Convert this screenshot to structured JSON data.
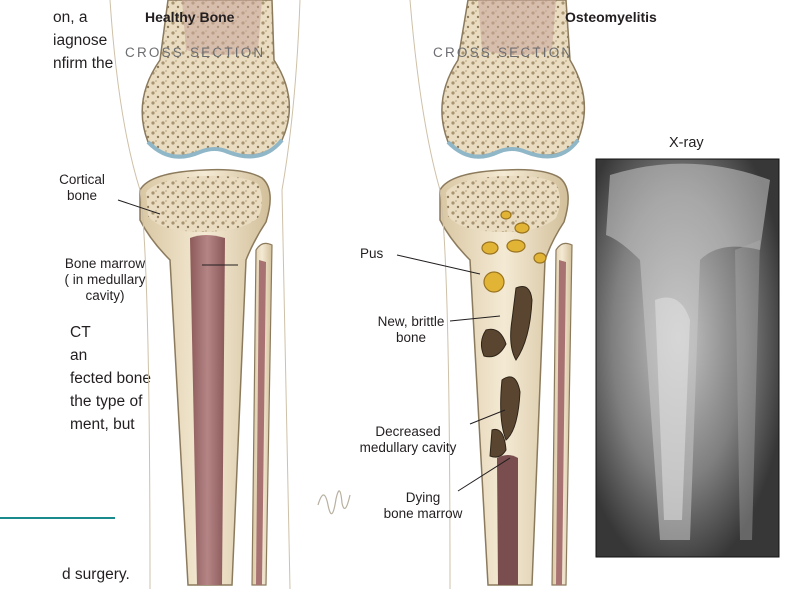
{
  "body_text": {
    "lines_top": [
      "on, a",
      "iagnose",
      "nfirm the"
    ],
    "lines_mid": [
      "CT",
      "an",
      "fected bone",
      "the type of",
      "ment, but"
    ],
    "line_bottom": "d surgery."
  },
  "healthy": {
    "title": "Healthy Bone",
    "subtitle": "CROSS SECTION",
    "labels": {
      "cortical_line1": "Cortical",
      "cortical_line2": "bone",
      "marrow_line1": "Bone marrow",
      "marrow_line2": "( in medullary",
      "marrow_line3": "cavity)"
    }
  },
  "osteo": {
    "title": "Osteomyelitis",
    "subtitle": "CROSS SECTION",
    "labels": {
      "pus": "Pus",
      "new_line1": "New, brittle",
      "new_line2": "bone",
      "decreased_line1": "Decreased",
      "decreased_line2": "medullary cavity",
      "dying_line1": "Dying",
      "dying_line2": "bone marrow"
    }
  },
  "xray": {
    "title": "X-ray"
  },
  "colors": {
    "divider": "#1a8a8c",
    "bone": "#efe3c8",
    "marrow": "#9c6b6b",
    "pus": "#e0b030"
  }
}
